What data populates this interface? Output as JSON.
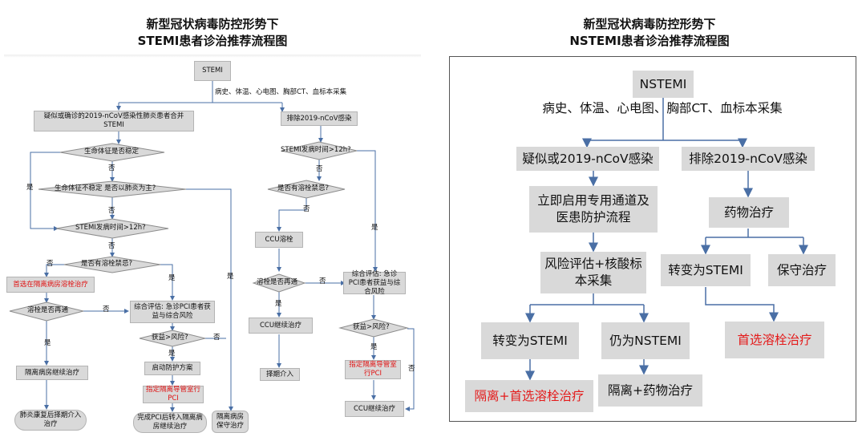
{
  "left": {
    "title_line1": "新型冠状病毒防控形势下",
    "title_line2": "STEMI患者诊治推荐流程图",
    "start": "STEMI",
    "history": "病史、体温、心电图、胸部CT、血标本采集",
    "suspected": "疑似或确诊的2019-nCoV感染性肺炎患者合并STEMI",
    "excluded": "排除2019-nCoV感染",
    "d_vitals_stable": "生命体征是否稳定",
    "d_unstable_pneumonia": "生命体征不稳定 是否以肺炎为主?",
    "d_onset_12h_a": "STEMI发病时间>12h?",
    "d_thrombolysis_contra_a": "是否有溶栓禁忌?",
    "iso_thrombolysis": "首选在隔离病房溶栓治疗",
    "d_reperfusion_a": "溶栓是否再通",
    "assess_a": "综合评估: 急诊PCI患者获益与综合风险",
    "d_benefit_a": "获益>风险?",
    "start_protection": "启动防护方案",
    "designated_cath_a": "指定隔离导管室行PCI",
    "after_pci_transfer": "完成PCI后转入隔离病房继续治疗",
    "iso_ward_conservative": "隔离病房保守治疗",
    "iso_ward_continue": "隔离病房继续治疗",
    "pneumonia_recover": "肺炎康复后择期介入治疗",
    "d_onset_12h_b": "STEMI发病时间>12h?",
    "d_thrombolysis_contra_b": "是否有溶栓禁忌?",
    "ccu_thrombolysis": "CCU溶栓",
    "d_reperfusion_b": "溶栓是否再通",
    "ccu_continue_a": "CCU继续治疗",
    "elective_intervention": "择期介入",
    "assess_b": "综合评估: 急诊PCI患者获益与综合风险",
    "d_benefit_b": "获益>风险?",
    "designated_cath_b": "指定隔离导管室行PCI",
    "ccu_continue_b": "CCU继续治疗",
    "yes": "是",
    "no": "否"
  },
  "right": {
    "title_line1": "新型冠状病毒防控形势下",
    "title_line2": "NSTEMI患者诊治推荐流程图",
    "start": "NSTEMI",
    "history": "病史、体温、心电图、胸部CT、血标本采集",
    "suspected": "疑似或2019-nCoV感染",
    "excluded": "排除2019-nCoV感染",
    "dedicated_channel": "立即启用专用通道及医患防护流程",
    "drug_therapy": "药物治疗",
    "risk_assessment": "风险评估+核酸标本采集",
    "to_stemi_right": "转变为STEMI",
    "conservative": "保守治疗",
    "first_choice_thrombolysis": "首选溶栓治疗",
    "to_stemi_left": "转变为STEMI",
    "still_nstemi": "仍为NSTEMI",
    "iso_thrombolysis": "隔离+首选溶栓治疗",
    "iso_drug": "隔离+药物治疗"
  },
  "colors": {
    "box_fill": "#d9d9d9",
    "arrow": "#4a6fa5",
    "red": "#e01010",
    "frame": "#555555"
  }
}
